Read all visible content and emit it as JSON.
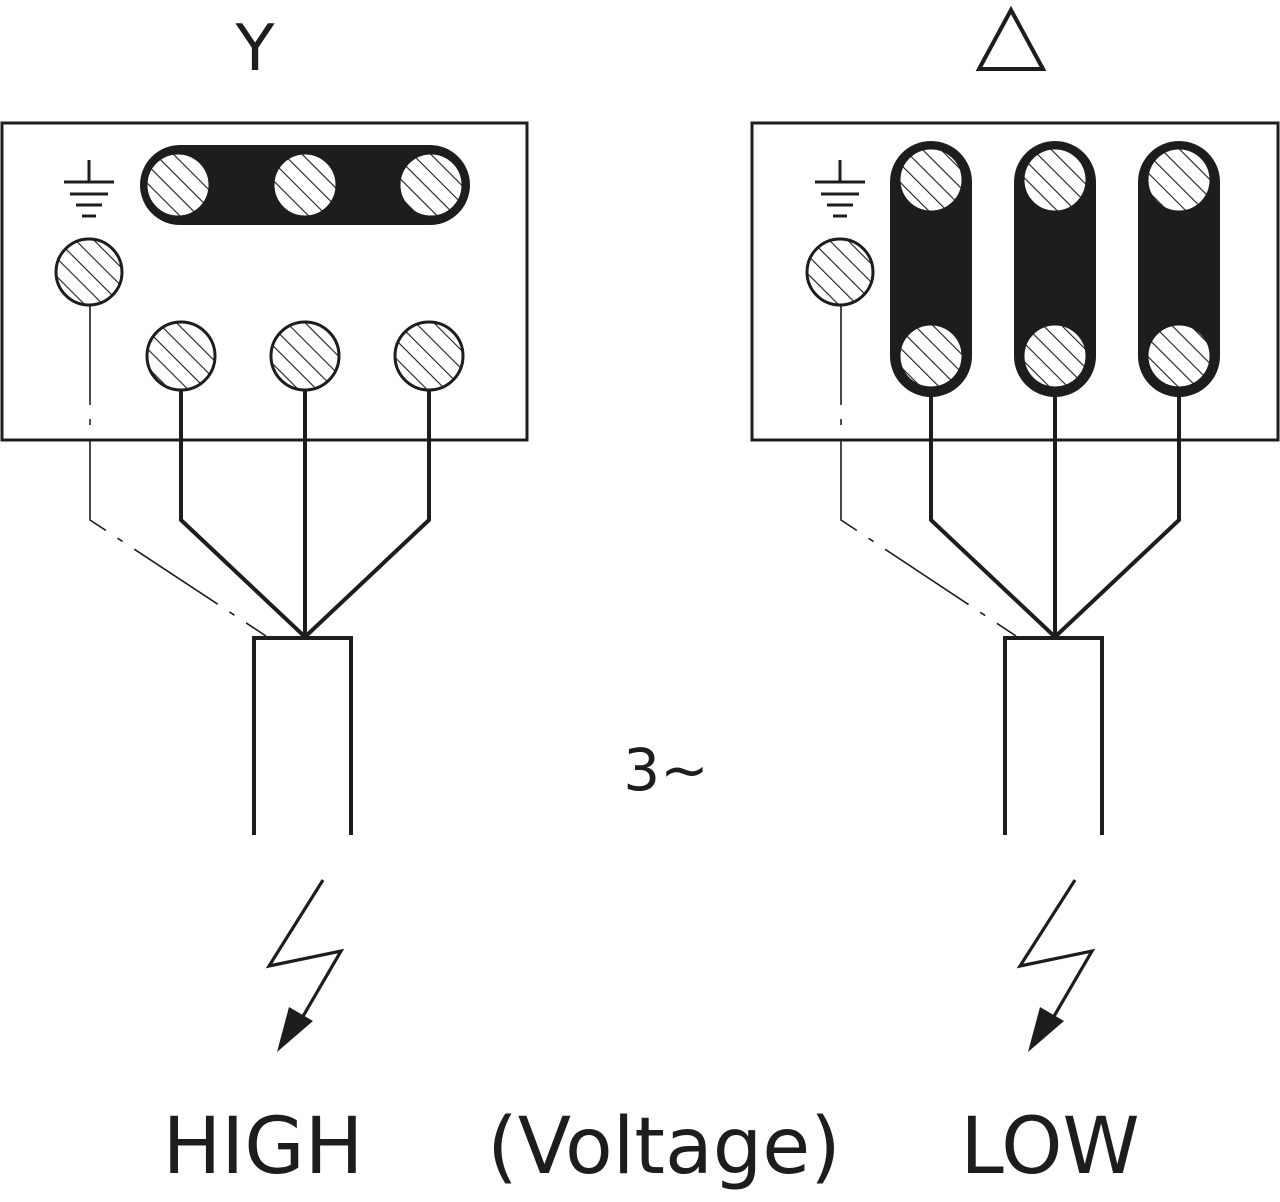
{
  "symbols": {
    "star": "Y",
    "delta": "Δ"
  },
  "phase_label": "3~",
  "labels": {
    "high": "HIGH",
    "voltage": "(Voltage)",
    "low": "LOW"
  },
  "connections": {
    "star": {
      "symbol_key": "star",
      "voltage": "HIGH",
      "bridges": "horizontal",
      "terminals": 3
    },
    "delta": {
      "symbol_key": "delta",
      "voltage": "LOW",
      "bridges": "vertical",
      "terminals": 3
    }
  },
  "colors": {
    "ink": "#1d1d1b",
    "background": "#ffffff"
  }
}
